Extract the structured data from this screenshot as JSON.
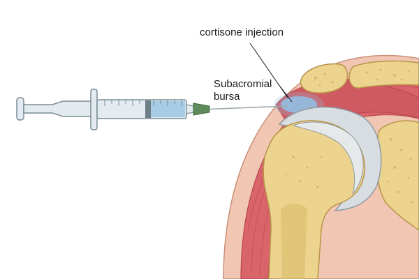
{
  "labels": {
    "injection": "cortisone injection",
    "bursa_line1": "Subacromial",
    "bursa_line2": "bursa"
  },
  "colors": {
    "skin": "#f1c6b2",
    "skin_outline": "#c98f78",
    "muscle": "#d9646a",
    "muscle_dark": "#b8464f",
    "bone": "#ecd48e",
    "bone_outline": "#b99449",
    "bone_marrow": "#d8b866",
    "cartilage": "#d7dde0",
    "cartilage_outline": "#8e9aa2",
    "bursa": "#8fc3ea",
    "syringe_barrel": "#e3ebf0",
    "syringe_outline": "#7b8c96",
    "syringe_fluid": "#a8cbe6",
    "needle_hub": "#5f8a5a",
    "needle": "#9aa6ad"
  }
}
